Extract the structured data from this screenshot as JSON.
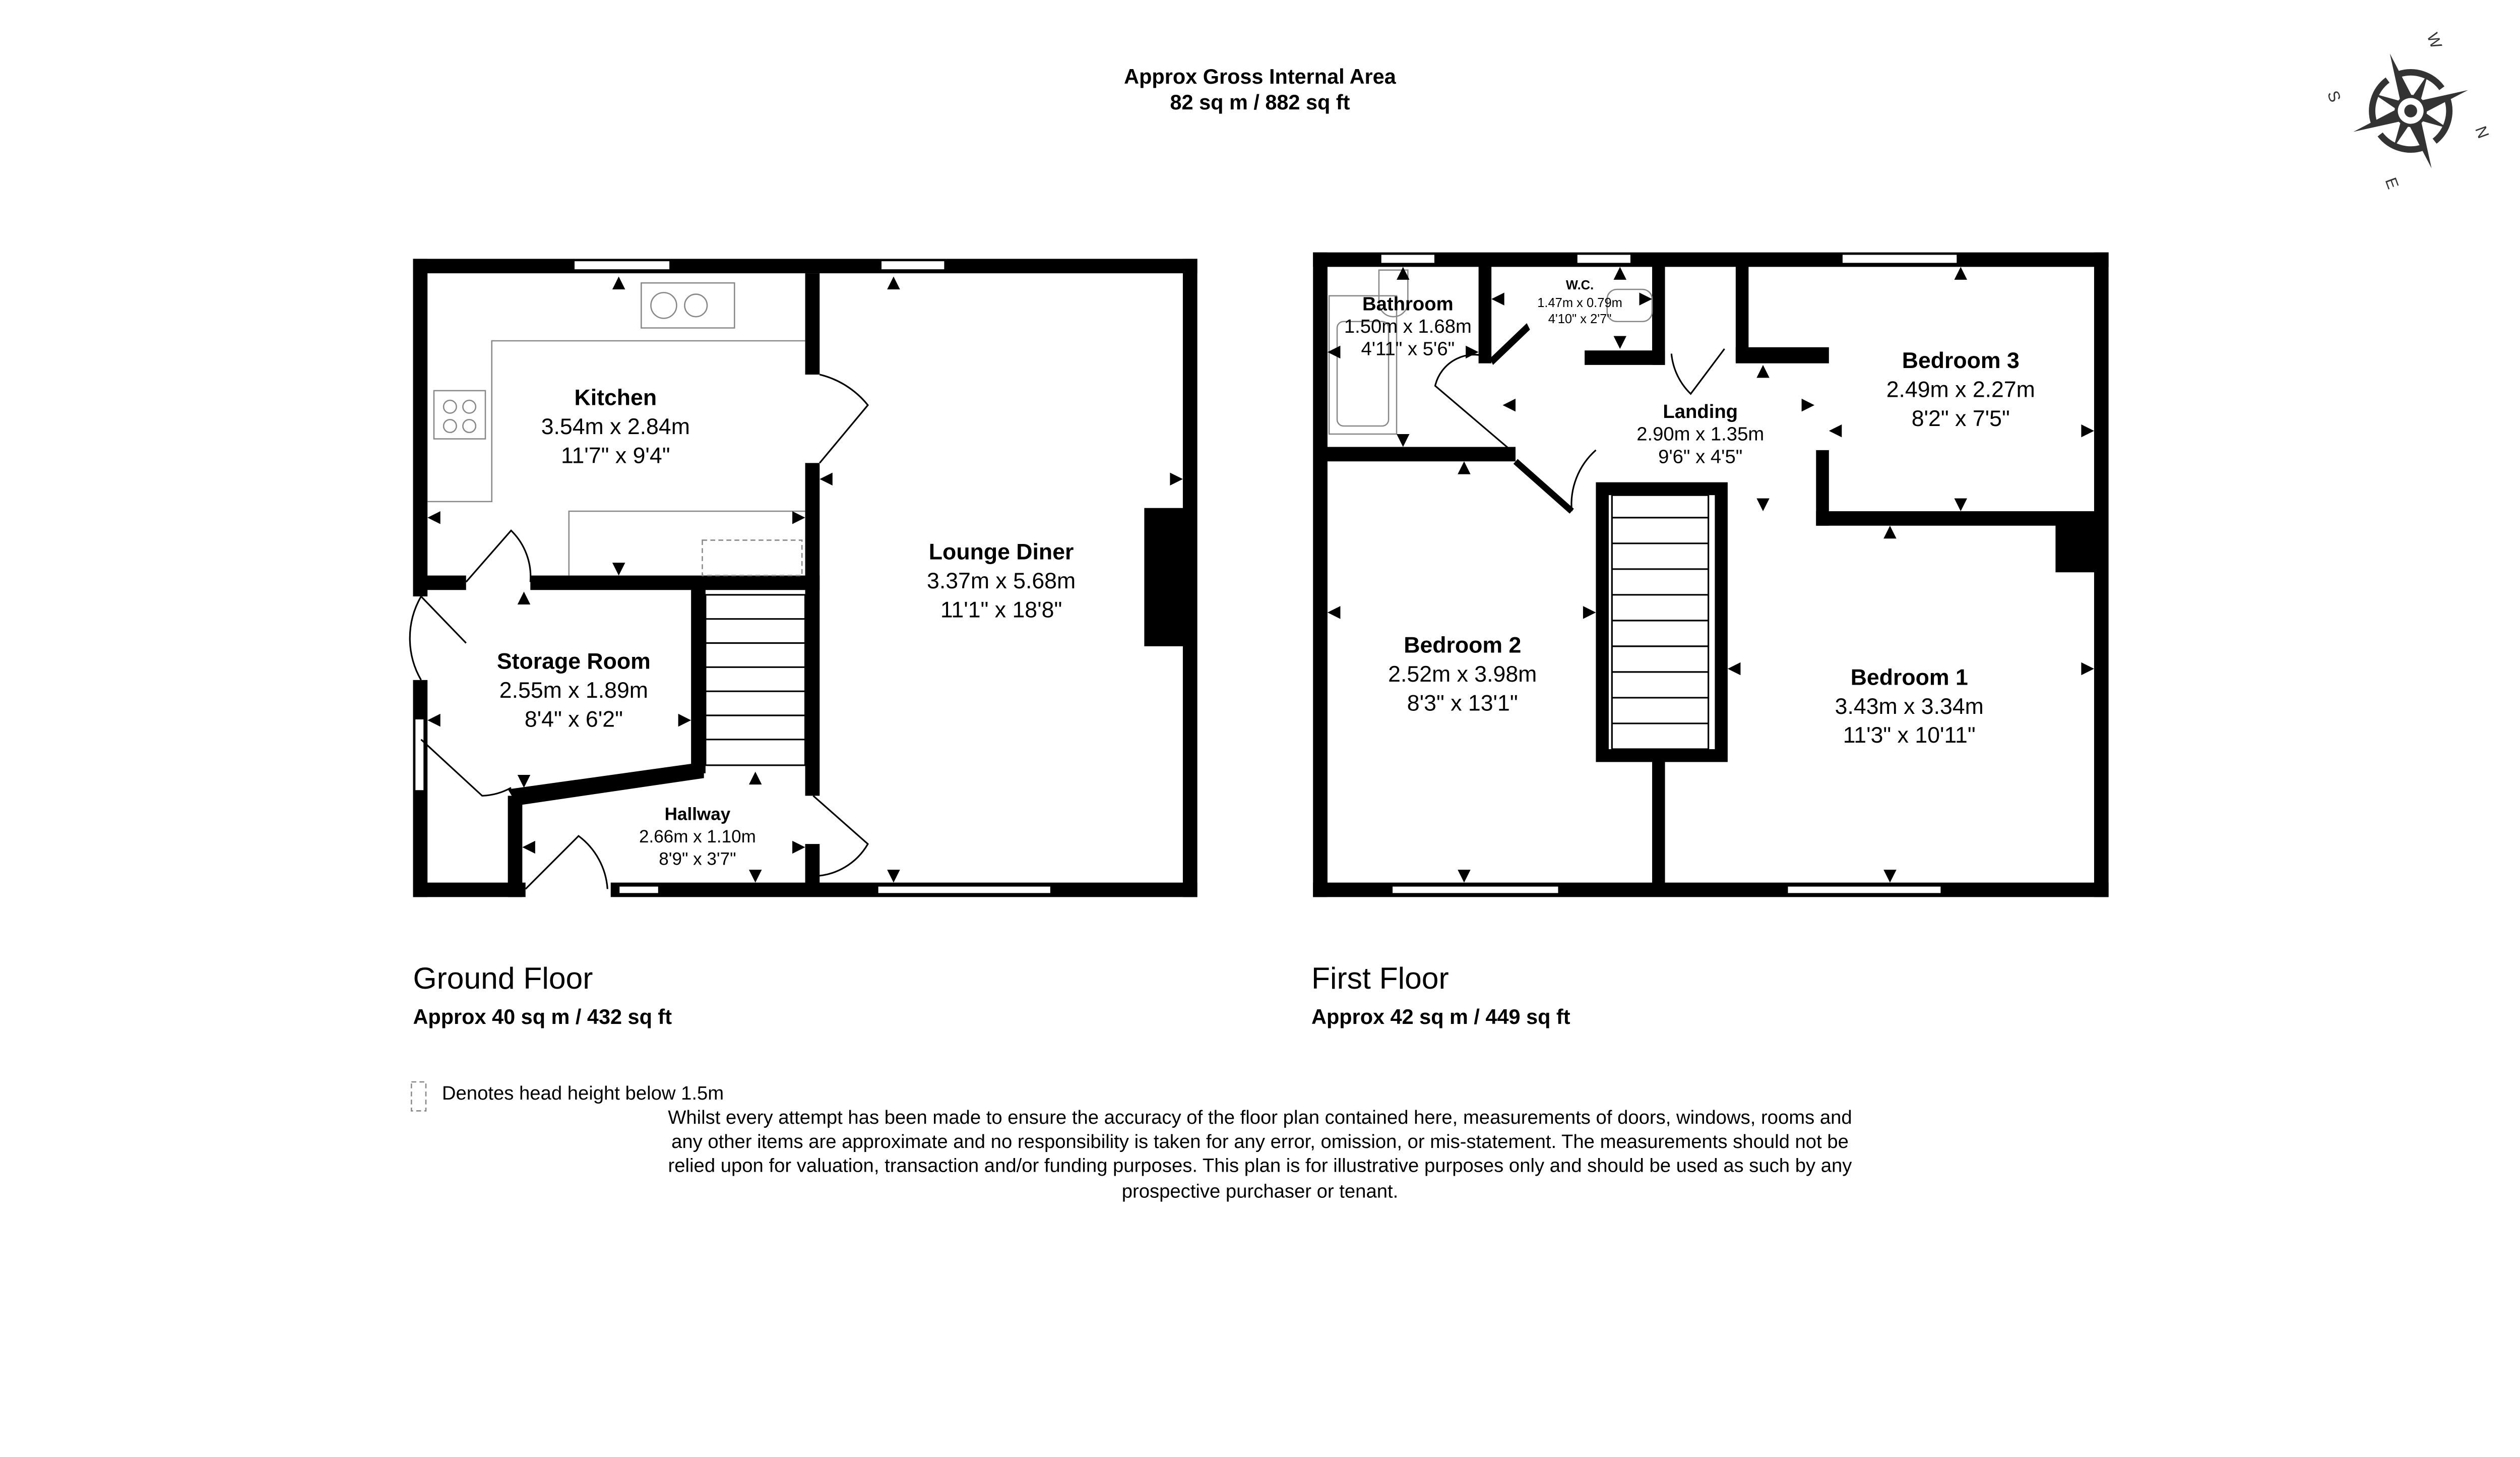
{
  "header": {
    "title": "Approx Gross Internal Area",
    "area": "82 sq m / 882 sq ft"
  },
  "compass": {
    "labels": [
      "W",
      "S",
      "N",
      "E"
    ],
    "icon": "compass-rose-icon"
  },
  "ground_floor": {
    "title": "Ground Floor",
    "area": "Approx 40 sq m / 432 sq ft",
    "rooms": [
      {
        "name": "Kitchen",
        "metric": "3.54m x 2.84m",
        "imperial": "11'7\" x 9'4\""
      },
      {
        "name": "Lounge Diner",
        "metric": "3.37m x 5.68m",
        "imperial": "11'1\" x 18'8\""
      },
      {
        "name": "Storage Room",
        "metric": "2.55m x 1.89m",
        "imperial": "8'4\" x 6'2\""
      },
      {
        "name": "Hallway",
        "metric": "2.66m x 1.10m",
        "imperial": "8'9\" x 3'7\""
      }
    ]
  },
  "first_floor": {
    "title": "First Floor",
    "area": "Approx 42 sq m / 449 sq ft",
    "rooms": [
      {
        "name": "Bathroom",
        "metric": "1.50m x 1.68m",
        "imperial": "4'11\" x 5'6\""
      },
      {
        "name": "W.C.",
        "metric": "1.47m x 0.79m",
        "imperial": "4'10\" x 2'7\""
      },
      {
        "name": "Landing",
        "metric": "2.90m x 1.35m",
        "imperial": "9'6\" x 4'5\""
      },
      {
        "name": "Bedroom 3",
        "metric": "2.49m x 2.27m",
        "imperial": "8'2\" x 7'5\""
      },
      {
        "name": "Bedroom 2",
        "metric": "2.52m x 3.98m",
        "imperial": "8'3\" x 13'1\""
      },
      {
        "name": "Bedroom 1",
        "metric": "3.43m x 3.34m",
        "imperial": "11'3\" x 10'11\""
      }
    ]
  },
  "legend": {
    "text": "Denotes head height below 1.5m"
  },
  "disclaimer": [
    "Whilst every attempt has been made to ensure the accuracy of the floor plan contained here, measurements of doors, windows, rooms and",
    "any other items are approximate and no responsibility is taken for any error, omission, or mis-statement. The measurements should not be",
    "relied upon for valuation, transaction and/or funding purposes. This plan is for illustrative purposes only and should be used as such by any",
    "prospective purchaser or tenant."
  ]
}
